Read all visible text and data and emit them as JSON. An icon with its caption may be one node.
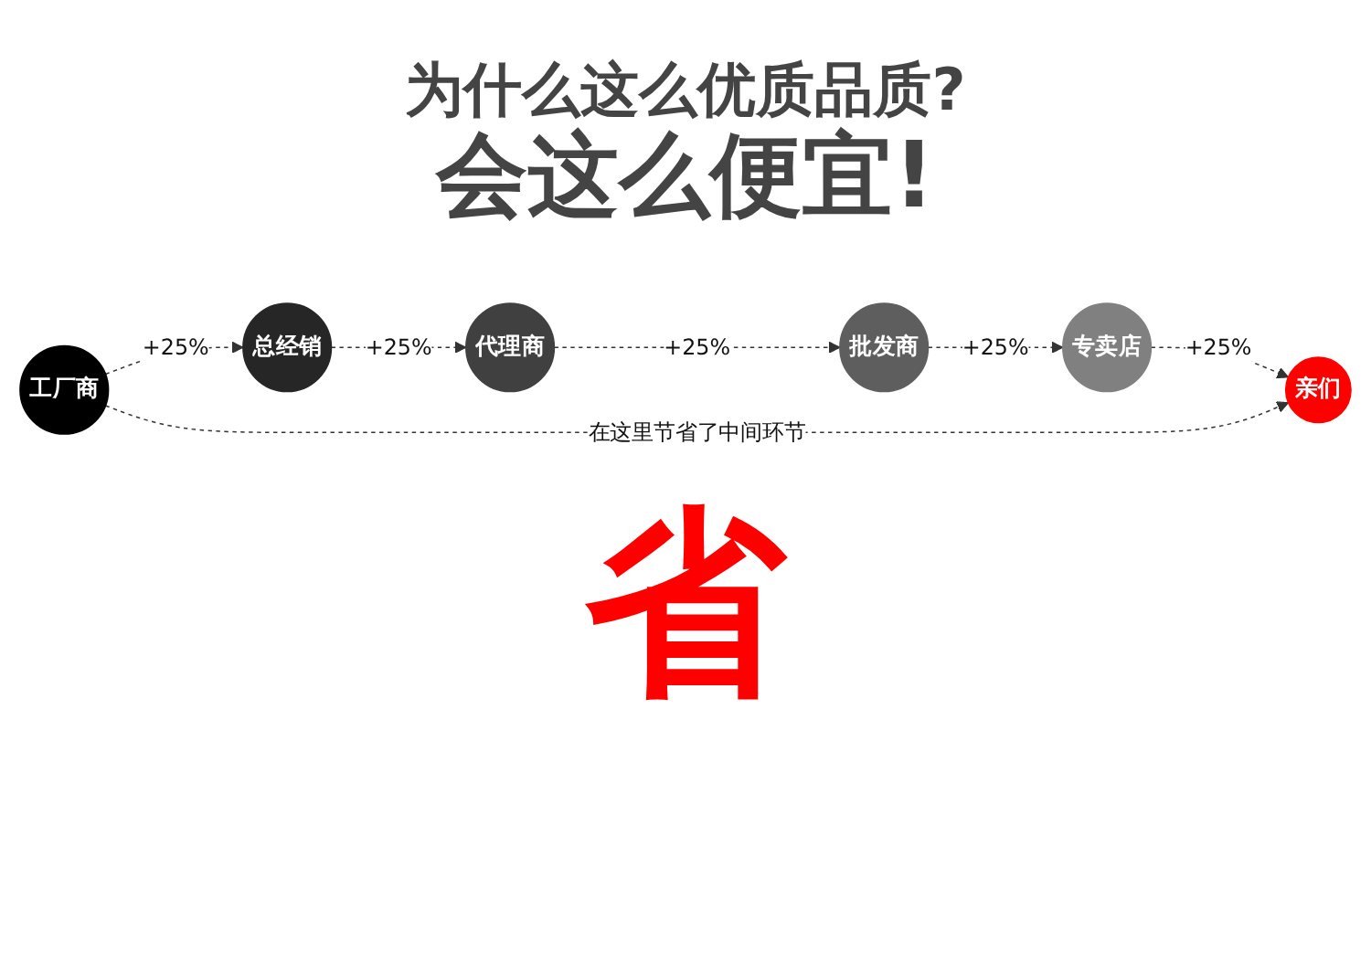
{
  "diagram": {
    "title": "为什么这么优质品质?",
    "nodes": [
      {
        "text": [
          "工厂商"
        ]
      },
      {
        "text": [
          "总经销"
        ]
      },
      {
        "text": [
          "代理商"
        ]
      },
      {
        "text": [
          "批发商"
        ]
      },
      {
        "text": [
          "专卖店"
        ]
      },
      {
        "text": [
          "亲们"
        ]
      }
    ],
    "edges": [
      {
        "from": 0,
        "to": 1,
        "arrow": "to",
        "label": "+25%",
        "style": "dashed"
      },
      {
        "from": 1,
        "to": 2,
        "arrow": "to",
        "label": "+25%",
        "style": "dashed"
      },
      {
        "from": 2,
        "to": 3,
        "arrow": "to",
        "label": "+25%",
        "style": "dashed"
      },
      {
        "from": 3,
        "to": 4,
        "arrow": "to",
        "label": "+25%",
        "style": "dashed"
      },
      {
        "from": 4,
        "to": 5,
        "arrow": "to",
        "label": "+25%",
        "style": "dashed"
      },
      {
        "from": 0,
        "to": 5,
        "arrow": "to",
        "label": "在这里节省了中间环节",
        "style": "dashed"
      }
    ],
    "labels": [
      "会这么便宜!",
      "省"
    ]
  }
}
